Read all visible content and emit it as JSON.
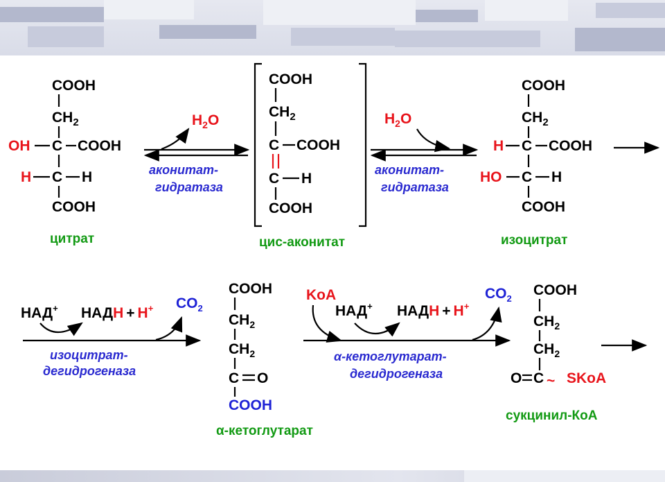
{
  "banner_colors": {
    "base": "#d9dce8",
    "bar": "#c7cbdc"
  },
  "citrate": {
    "top": "COOH",
    "ch2": "CH",
    "sub2": "2",
    "oh": "OH",
    "c1": "C",
    "cooh_right": "COOH",
    "h_left": "H",
    "c2": "C",
    "h_right": "H",
    "bottom": "COOH",
    "name": "цитрат"
  },
  "cis_aconitate": {
    "top": "COOH",
    "ch2": "CH",
    "sub2": "2",
    "c1": "C",
    "cooh_right": "COOH",
    "c2": "C",
    "h_right": "H",
    "bottom": "COOH",
    "name": "цис-аконитат"
  },
  "isocitrate": {
    "top": "COOH",
    "ch2": "CH",
    "sub2": "2",
    "h_left": "H",
    "c1": "C",
    "cooh_right": "COOH",
    "ho": "HO",
    "c2": "C",
    "h_right": "H",
    "bottom": "COOH",
    "name": "изоцитрат"
  },
  "alpha_ketoglutarate": {
    "top": "COOH",
    "ch2a": "CH",
    "ch2b": "CH",
    "sub2": "2",
    "c": "C",
    "o": "O",
    "bottom": "COOH",
    "name": "α-кетоглутарат"
  },
  "succinyl_coa": {
    "top": "COOH",
    "ch2a": "CH",
    "ch2b": "CH",
    "sub2": "2",
    "o": "O",
    "c": "C",
    "tilde": "~",
    "skoa": "SKoA",
    "name": "сукцинил-КоА"
  },
  "reaction1": {
    "water_h": "H",
    "water_sub": "2",
    "water_o": "O",
    "enzyme_line1": "аконитат-",
    "enzyme_line2": "гидратаза"
  },
  "reaction2": {
    "water_h": "H",
    "water_sub": "2",
    "water_o": "O",
    "enzyme_line1": "аконитат-",
    "enzyme_line2": "гидратаза"
  },
  "reaction3": {
    "nad": "НАД",
    "plus_sup": "+",
    "nadh_base": "НАД",
    "nadh_h": "Н",
    "plus": "+",
    "h": "H",
    "h_sup": "+",
    "co2": "CO",
    "co2_sub": "2",
    "enzyme_line1": "изоцитрат-",
    "enzyme_line2": "дегидрогеназа"
  },
  "reaction4": {
    "koa": "KoA",
    "nad": "НАД",
    "plus_sup": "+",
    "nadh_base": "НАД",
    "nadh_h": "Н",
    "plus": "+",
    "h": "H",
    "h_sup": "+",
    "co2": "CO",
    "co2_sub": "2",
    "enzyme_line1": "α-кетоглутарат-",
    "enzyme_line2": "дегидрогеназа"
  }
}
